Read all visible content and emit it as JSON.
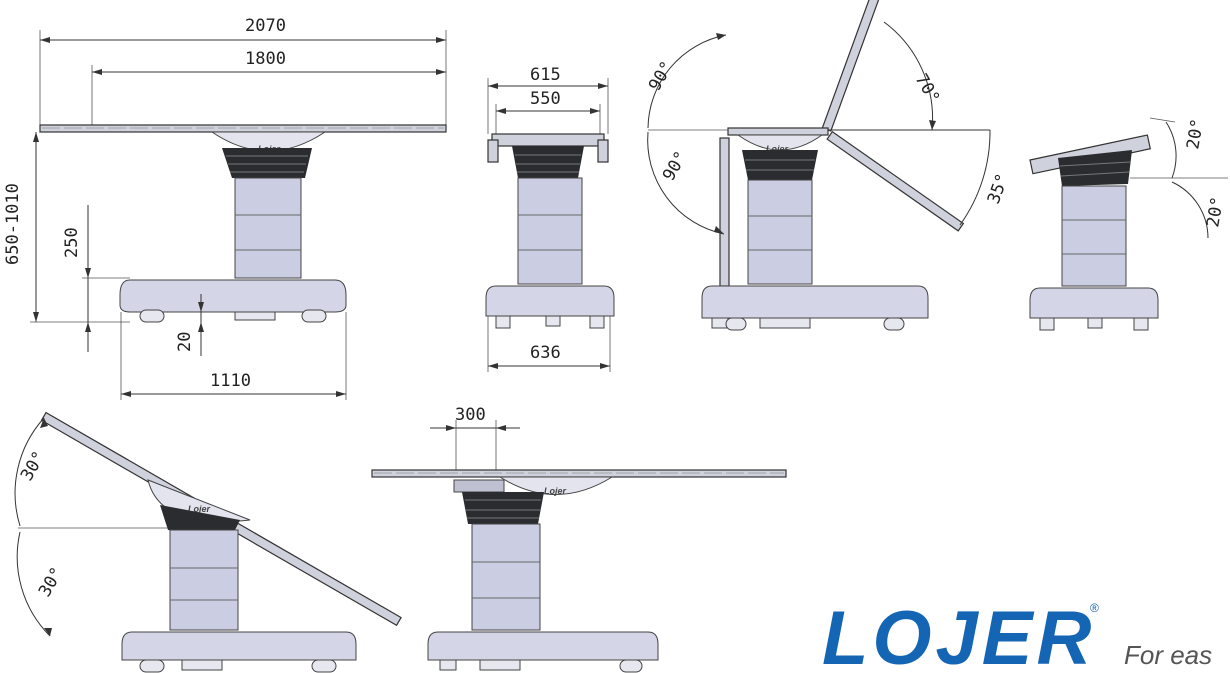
{
  "brand": {
    "name": "LOJER",
    "tagline": "For eas",
    "registered": "®",
    "color": "#1565b5",
    "table_mark": "Lojer"
  },
  "dimensions": {
    "total_length": "2070",
    "top_length": "1800",
    "height_range": "650-1010",
    "height_offset": "250",
    "ground_clearance": "20",
    "base_length": "1110",
    "top_width_outer": "615",
    "top_width_inner": "550",
    "base_width": "636",
    "slide_offset": "300"
  },
  "angles": {
    "back_up_left": "90°",
    "back_down_left": "90°",
    "back_up_right": "70°",
    "leg_down_right": "35°",
    "tilt_up": "20°",
    "tilt_down": "20°",
    "trend_up": "30°",
    "trend_down": "30°"
  }
}
